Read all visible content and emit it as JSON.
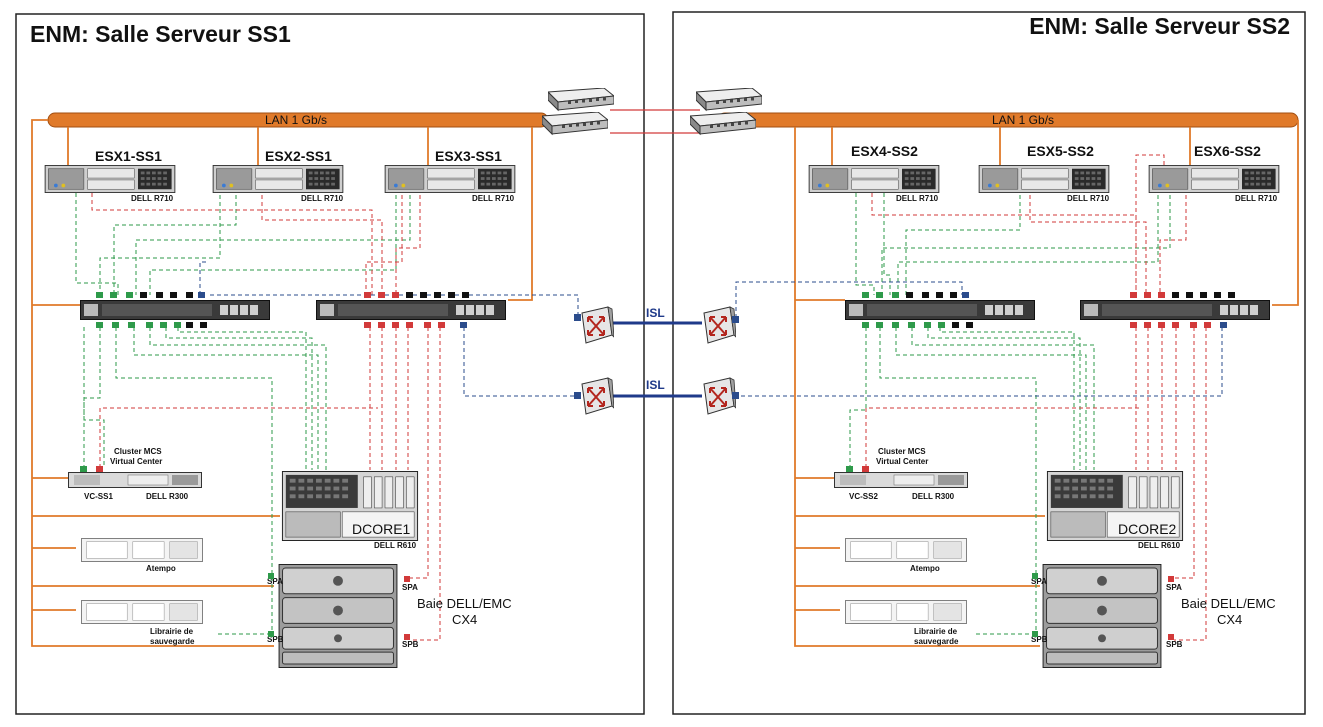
{
  "colors": {
    "lan": "#e07a2a",
    "green_link": "#2e9a4a",
    "red_link": "#d23a3a",
    "blue_link": "#2b4c8c",
    "server_body": "#d9d9d9",
    "frame": "#222222"
  },
  "rooms": [
    {
      "title": "ENM: Salle Serveur SS1",
      "lan_label": "LAN 1 Gb/s",
      "hosts": [
        {
          "name": "ESX1-SS1",
          "model": "DELL R710"
        },
        {
          "name": "ESX2-SS1",
          "model": "DELL R710"
        },
        {
          "name": "ESX3-SS1",
          "model": "DELL R710"
        }
      ],
      "vc": {
        "cluster_line1": "Cluster MCS",
        "cluster_line2": "Virtual Center",
        "name": "VC-SS1",
        "model": "DELL R300"
      },
      "core": {
        "name": "DCORE1",
        "model": "DELL R610"
      },
      "atempo": "Atempo",
      "library_line1": "Librairie de",
      "library_line2": "sauvegarde",
      "bay_line1": "Baie DELL/EMC",
      "bay_line2": "CX4",
      "spa": "SPA",
      "spb": "SPB"
    },
    {
      "title": "ENM: Salle Serveur SS2",
      "lan_label": "LAN 1 Gb/s",
      "hosts": [
        {
          "name": "ESX4-SS2",
          "model": "DELL R710"
        },
        {
          "name": "ESX5-SS2",
          "model": "DELL R710"
        },
        {
          "name": "ESX6-SS2",
          "model": "DELL R710"
        }
      ],
      "vc": {
        "cluster_line1": "Cluster MCS",
        "cluster_line2": "Virtual Center",
        "name": "VC-SS2",
        "model": "DELL R300"
      },
      "core": {
        "name": "DCORE2",
        "model": "DELL R610"
      },
      "atempo": "Atempo",
      "library_line1": "Librairie de",
      "library_line2": "sauvegarde",
      "bay_line1": "Baie DELL/EMC",
      "bay_line2": "CX4",
      "spa": "SPA",
      "spb": "SPB"
    }
  ],
  "isl_links": [
    {
      "label": "ISL"
    },
    {
      "label": "ISL"
    }
  ]
}
